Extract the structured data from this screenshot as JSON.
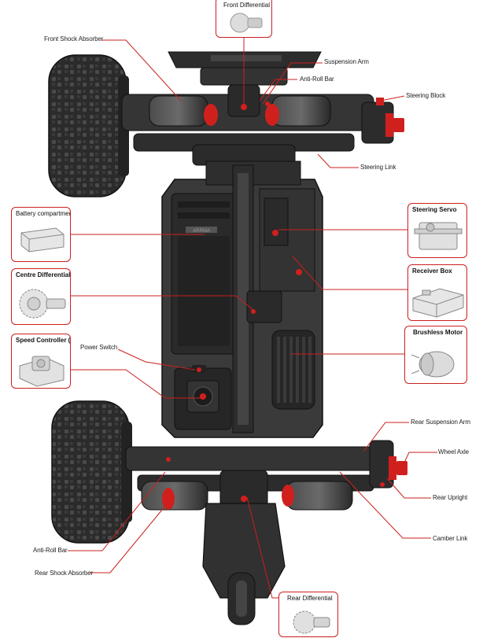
{
  "labels": {
    "front_differential": "Front Differential",
    "front_shock_absorber": "Front Shock Absorber",
    "suspension_arm": "Suspension Arm",
    "anti_roll_bar_front": "Anti-Roll Bar",
    "steering_block": "Steering Block",
    "steering_link": "Steering Link",
    "battery_compartment": "Battery compartment",
    "steering_servo": "Steering Servo",
    "centre_differential": "Centre Differential",
    "receiver_box": "Receiver Box",
    "speed_controller": "Speed Controller (ESC)",
    "power_switch": "Power Switch",
    "brushless_motor": "Brushless Motor",
    "rear_suspension_arm": "Rear Suspension Arm",
    "wheel_axle": "Wheel Axle",
    "rear_upright": "Rear Upright",
    "camber_link": "Camber Link",
    "anti_roll_bar_rear": "Anti-Roll Bar",
    "rear_shock_absorber": "Rear Shock Absorber",
    "rear_differential": "Rear Differential"
  },
  "chassis_logo": "ARRMA",
  "colors": {
    "callout": "#cc1f1f",
    "chassis": "#3a3a3a",
    "chassis_dark": "#1f1f1f",
    "tire": "#2b2b2b",
    "accent_red": "#d0201e",
    "thumbnail": "#cfcfcf"
  }
}
